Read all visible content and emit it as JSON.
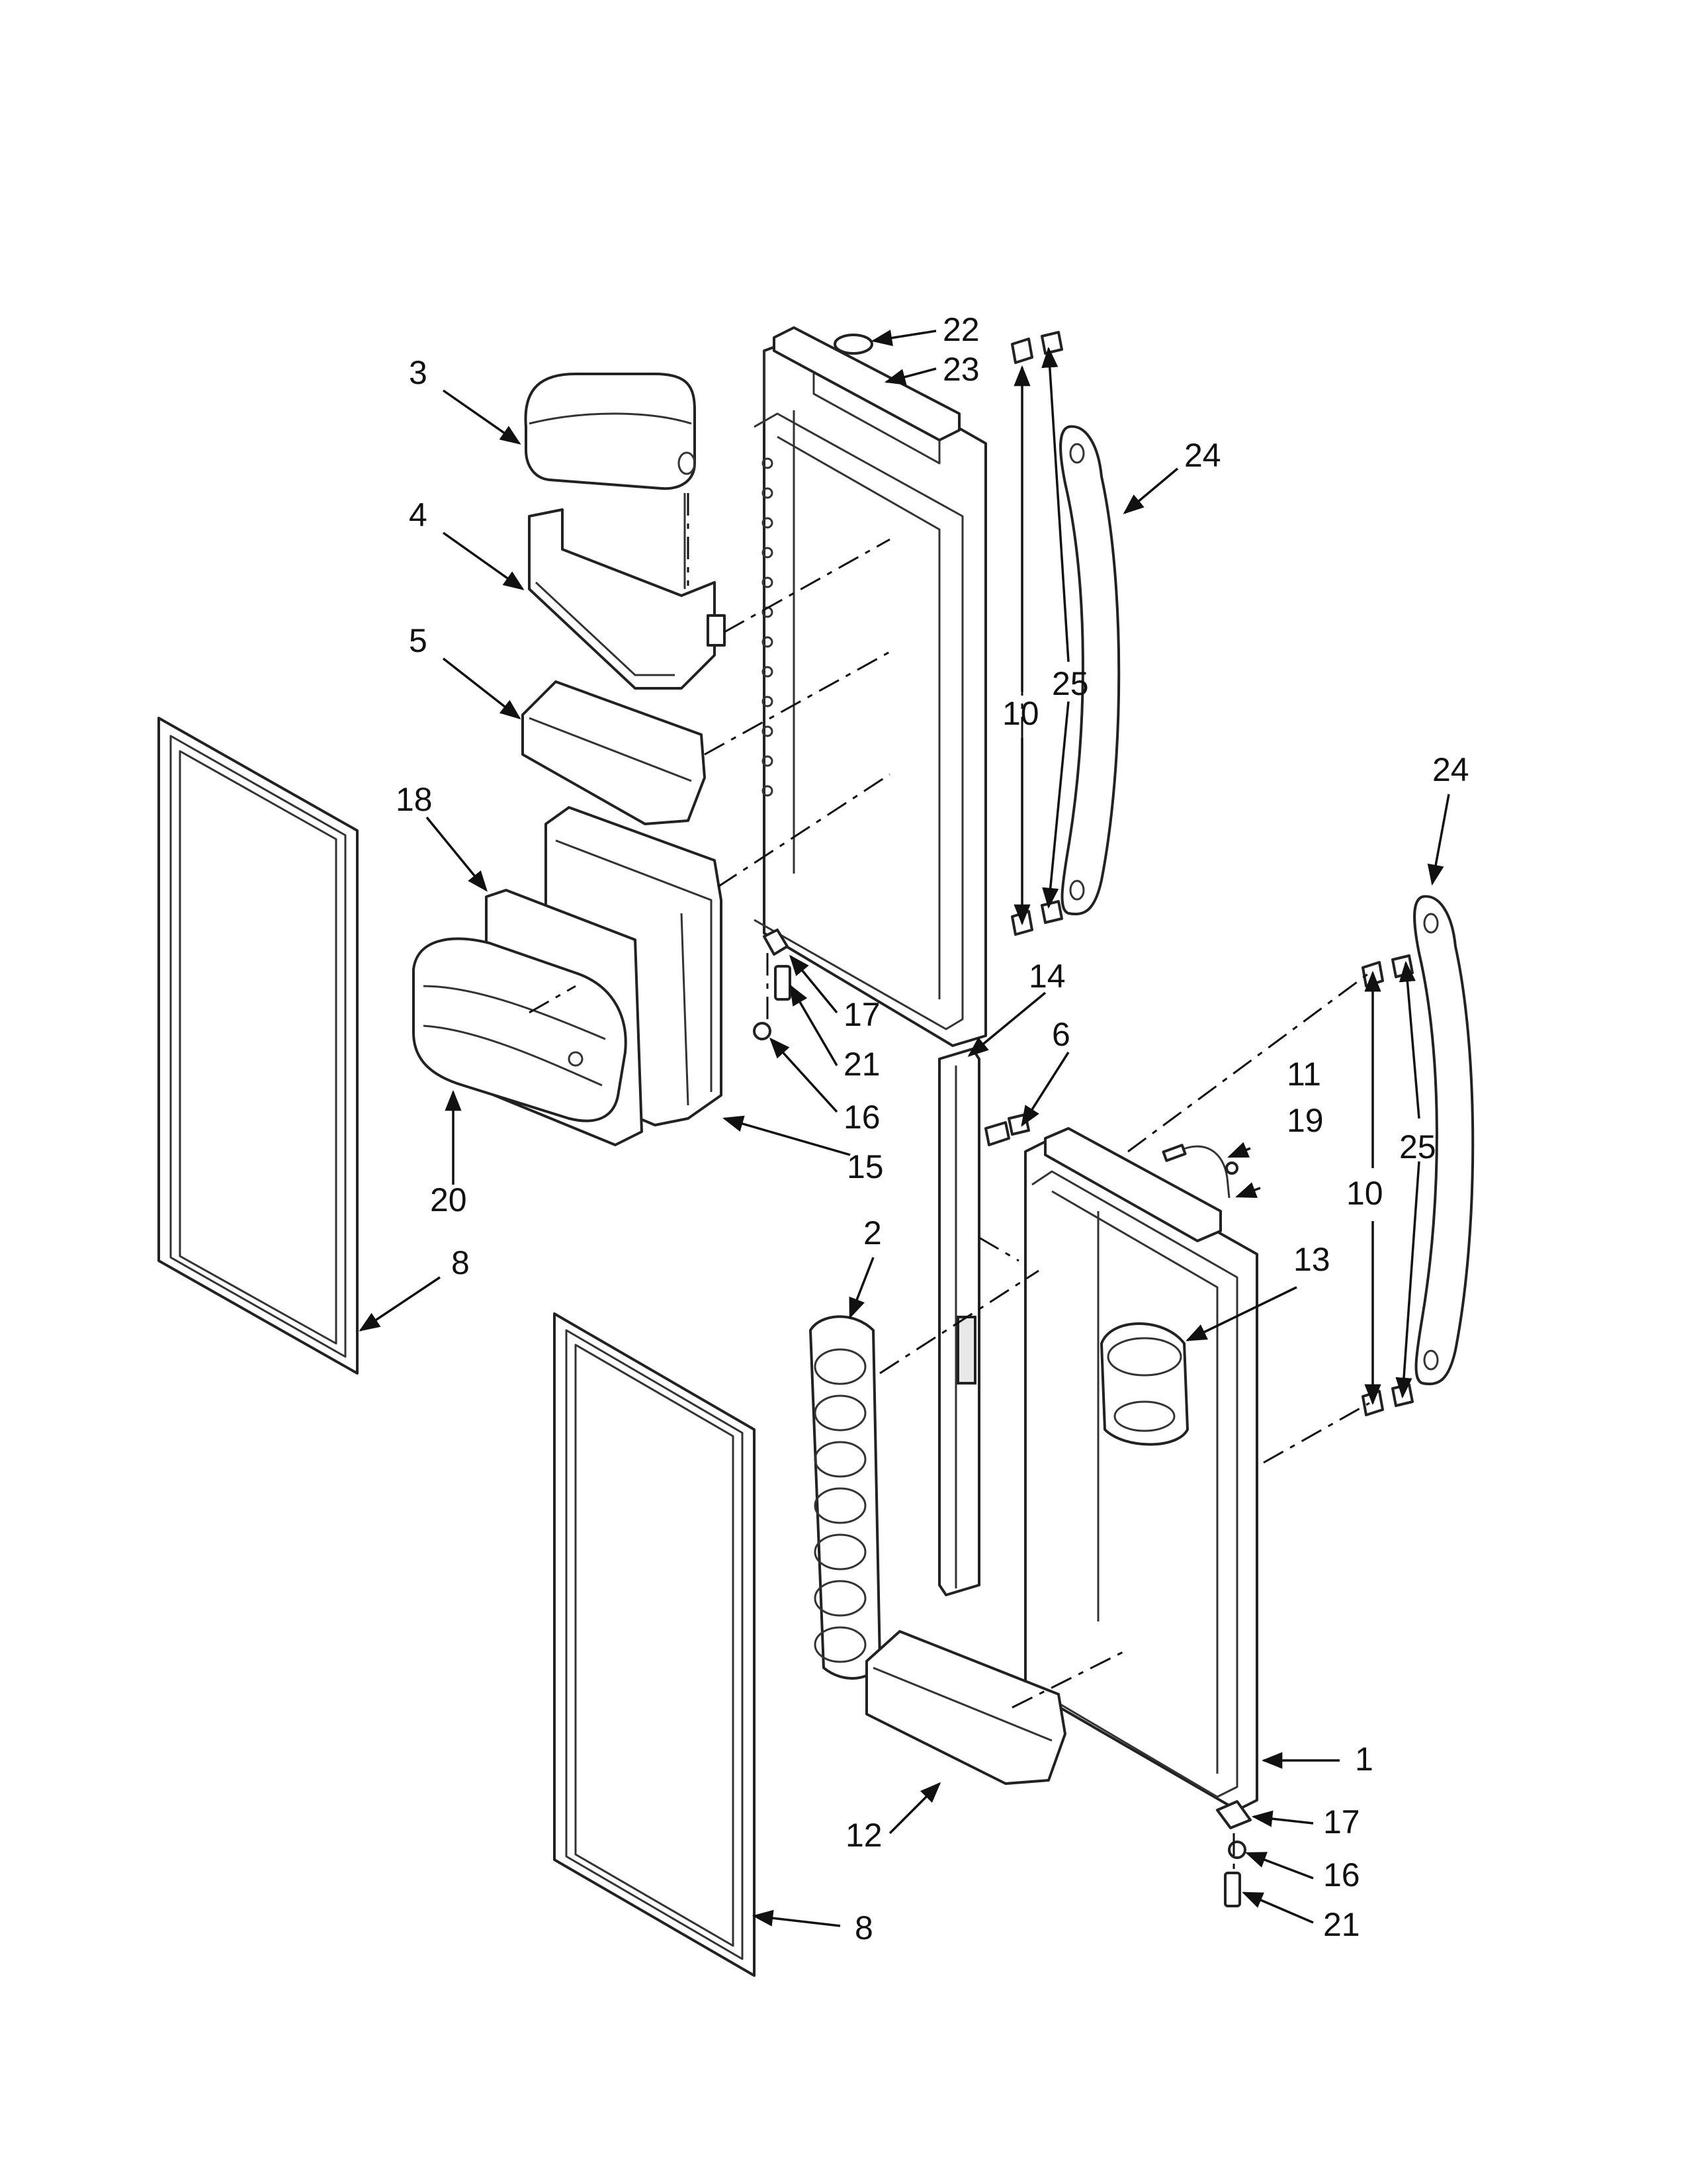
{
  "diagram": {
    "callouts": [
      {
        "id": "c22",
        "label": "22"
      },
      {
        "id": "c23",
        "label": "23"
      },
      {
        "id": "c3",
        "label": "3"
      },
      {
        "id": "c24a",
        "label": "24"
      },
      {
        "id": "c4",
        "label": "4"
      },
      {
        "id": "c25a",
        "label": "25"
      },
      {
        "id": "c5",
        "label": "5"
      },
      {
        "id": "c10a",
        "label": "10"
      },
      {
        "id": "c24b",
        "label": "24"
      },
      {
        "id": "c18",
        "label": "18"
      },
      {
        "id": "c14",
        "label": "14"
      },
      {
        "id": "c17a",
        "label": "17"
      },
      {
        "id": "c6",
        "label": "6"
      },
      {
        "id": "c21a",
        "label": "21"
      },
      {
        "id": "c11",
        "label": "11"
      },
      {
        "id": "c16a",
        "label": "16"
      },
      {
        "id": "c19",
        "label": "19"
      },
      {
        "id": "c10b",
        "label": "10"
      },
      {
        "id": "c25b",
        "label": "25"
      },
      {
        "id": "c15",
        "label": "15"
      },
      {
        "id": "c20",
        "label": "20"
      },
      {
        "id": "c8a",
        "label": "8"
      },
      {
        "id": "c2",
        "label": "2"
      },
      {
        "id": "c13",
        "label": "13"
      },
      {
        "id": "c1",
        "label": "1"
      },
      {
        "id": "c17b",
        "label": "17"
      },
      {
        "id": "c16b",
        "label": "16"
      },
      {
        "id": "c12",
        "label": "12"
      },
      {
        "id": "c21b",
        "label": "21"
      },
      {
        "id": "c8b",
        "label": "8"
      }
    ]
  },
  "colors": {
    "line": "#222222",
    "background": "#ffffff"
  }
}
